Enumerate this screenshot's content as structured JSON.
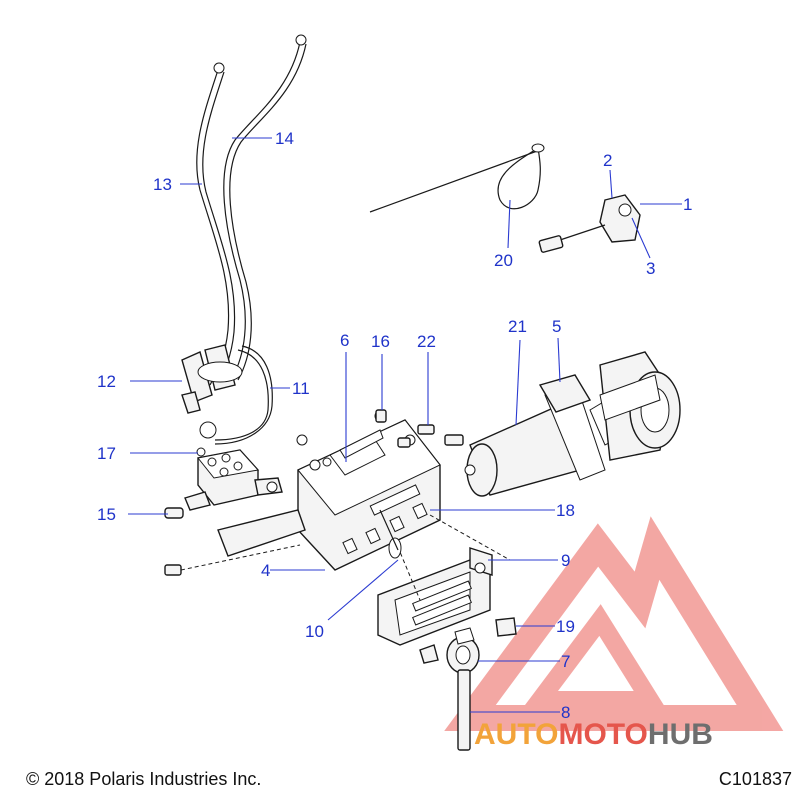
{
  "callouts": {
    "c1": "1",
    "c2": "2",
    "c3": "3",
    "c4": "4",
    "c5": "5",
    "c6": "6",
    "c7": "7",
    "c8": "8",
    "c9": "9",
    "c10": "10",
    "c11": "11",
    "c12": "12",
    "c13": "13",
    "c14": "14",
    "c15": "15",
    "c16": "16",
    "c17": "17",
    "c18": "18",
    "c19": "19",
    "c20": "20",
    "c21": "21",
    "c22": "22"
  },
  "footer": {
    "copyright": "© 2018 Polaris Industries Inc.",
    "diagram_id": "C101837"
  },
  "watermark": {
    "part1": "AUTO",
    "part2": "MOTO",
    "part3": "HUB",
    "colors": {
      "auto": "#f2a33a",
      "moto": "#e5564c",
      "hub": "#6e6e6e",
      "triangle": "#f08a85"
    }
  },
  "colors": {
    "callout": "#1f33c9",
    "line": "#1a1a1a"
  }
}
